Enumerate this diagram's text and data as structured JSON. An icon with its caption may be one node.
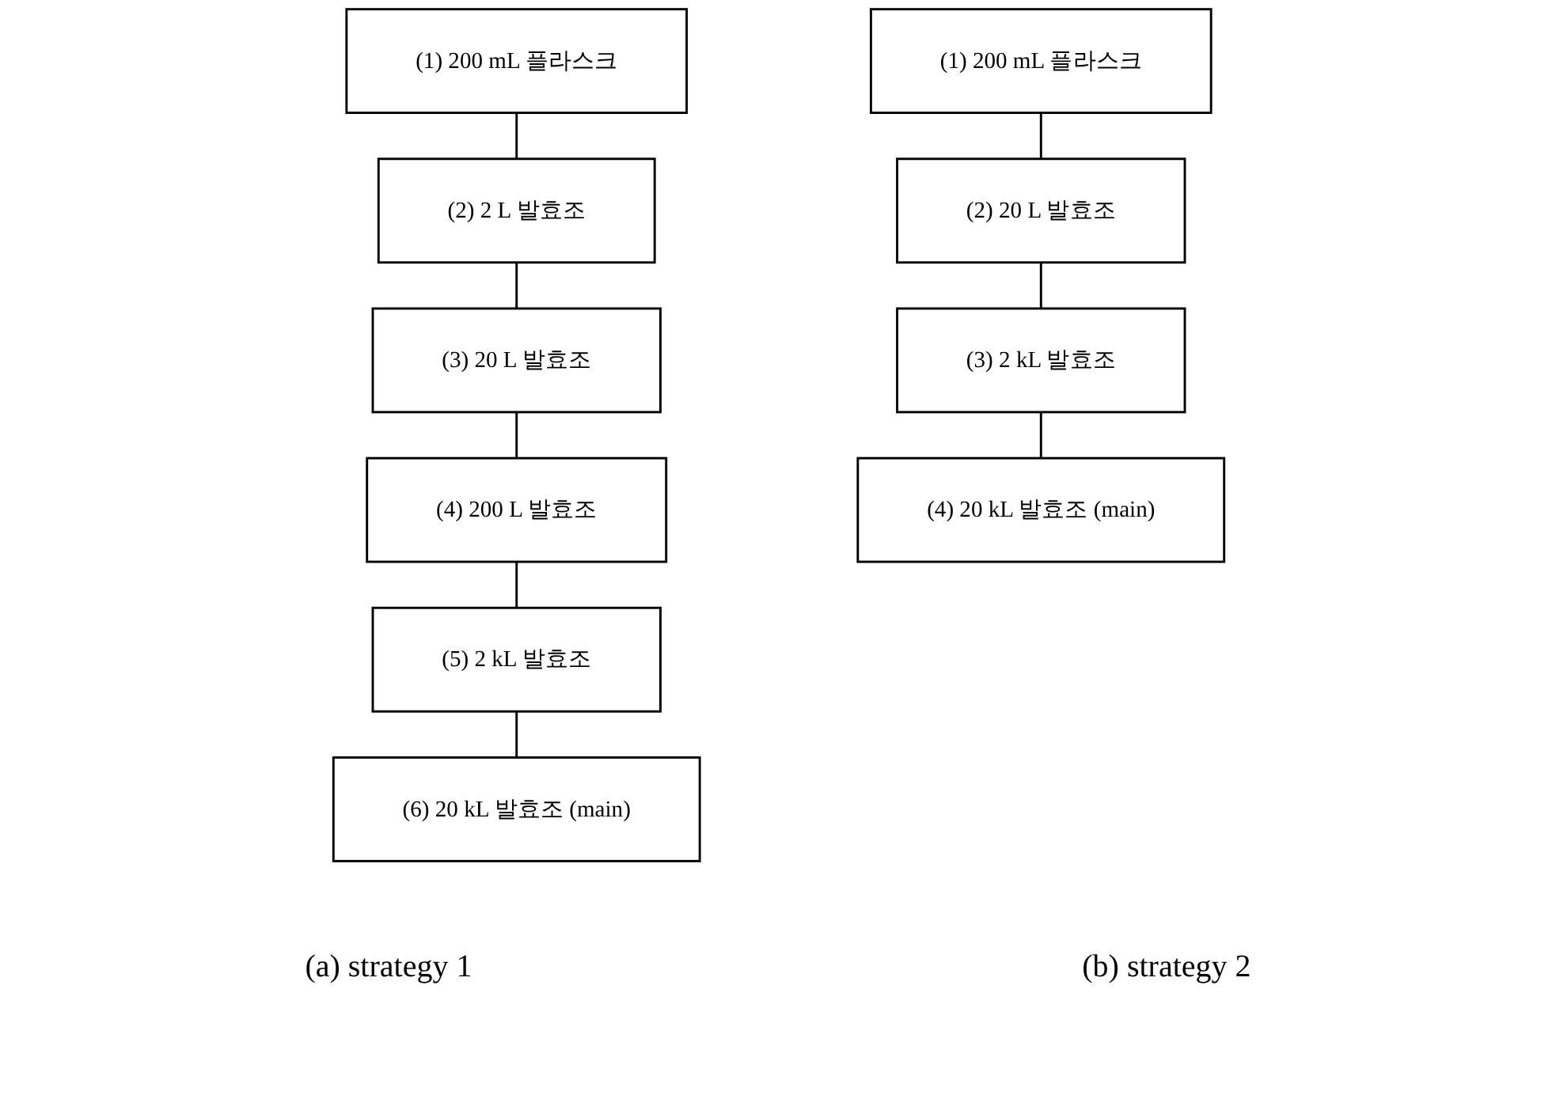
{
  "diagram": {
    "nodes": [
      {
        "text": [
          "(1) 200 mL 플라스크"
        ]
      },
      {
        "text": [
          "(2) 2 L 발효조"
        ]
      },
      {
        "text": [
          "(3) 20 L 발효조"
        ]
      },
      {
        "text": [
          "(4) 200 L 발효조"
        ]
      },
      {
        "text": [
          "(5) 2 kL 발효조"
        ]
      },
      {
        "text": [
          "(6) 20 kL 발효조 (main)"
        ]
      },
      {
        "text": [
          "(1) 200 mL 플라스크"
        ]
      },
      {
        "text": [
          "(2) 20 L 발효조"
        ]
      },
      {
        "text": [
          "(3) 2 kL 발효조"
        ]
      },
      {
        "text": [
          "(4) 20 kL 발효조 (main)"
        ]
      }
    ],
    "edges": [
      {
        "from": 0,
        "to": 1,
        "arrow": "none"
      },
      {
        "from": 1,
        "to": 2,
        "arrow": "none"
      },
      {
        "from": 2,
        "to": 3,
        "arrow": "none"
      },
      {
        "from": 3,
        "to": 4,
        "arrow": "none"
      },
      {
        "from": 4,
        "to": 5,
        "arrow": "none"
      },
      {
        "from": 6,
        "to": 7,
        "arrow": "none"
      },
      {
        "from": 7,
        "to": 8,
        "arrow": "none"
      },
      {
        "from": 8,
        "to": 9,
        "arrow": "none"
      }
    ],
    "labels": [
      "(a) strategy 1",
      "(b) strategy 2"
    ]
  }
}
